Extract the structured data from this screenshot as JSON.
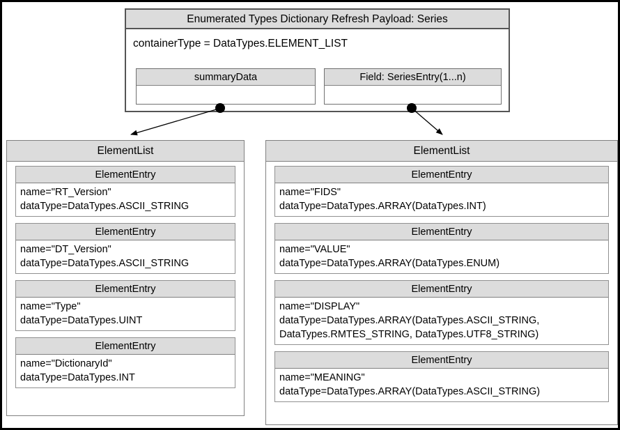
{
  "diagram": {
    "title": "Enumerated Types Dictionary Refresh Payload: Series",
    "container_type_line": "containerType = DataTypes.ELEMENT_LIST",
    "slots": [
      {
        "name": "summaryData",
        "body": ""
      },
      {
        "name": "Field: SeriesEntry(1...n)",
        "body": ""
      }
    ],
    "lists": [
      {
        "title": "ElementList",
        "entries": [
          {
            "header": "ElementEntry",
            "body": "name=\"RT_Version\"\ndataType=DataTypes.ASCII_STRING"
          },
          {
            "header": "ElementEntry",
            "body": "name=\"DT_Version\"\ndataType=DataTypes.ASCII_STRING"
          },
          {
            "header": "ElementEntry",
            "body": "name=\"Type\"\ndataType=DataTypes.UINT"
          },
          {
            "header": "ElementEntry",
            "body": "name=\"DictionaryId\"\ndataType=DataTypes.INT"
          }
        ]
      },
      {
        "title": "ElementList",
        "entries": [
          {
            "header": "ElementEntry",
            "body": "name=\"FIDS\"\ndataType=DataTypes.ARRAY(DataTypes.INT)"
          },
          {
            "header": "ElementEntry",
            "body": "name=\"VALUE\"\ndataType=DataTypes.ARRAY(DataTypes.ENUM)"
          },
          {
            "header": "ElementEntry",
            "body": "name=\"DISPLAY\"\ndataType=DataTypes.ARRAY(DataTypes.ASCII_STRING,\nDataTypes.RMTES_STRING, DataTypes.UTF8_STRING)"
          },
          {
            "header": "ElementEntry",
            "body": "name=\"MEANING\"\ndataType=DataTypes.ARRAY(DataTypes.ASCII_STRING)"
          }
        ]
      }
    ],
    "connectors": [
      {
        "label": "summaryData-to-left-elementlist"
      },
      {
        "label": "seriesentry-to-right-elementlist"
      }
    ],
    "colors": {
      "header_fill": "#dcdcdc",
      "body_fill": "#ffffff",
      "line": "#808080",
      "text": "#000000",
      "outer_border": "#000000"
    }
  }
}
